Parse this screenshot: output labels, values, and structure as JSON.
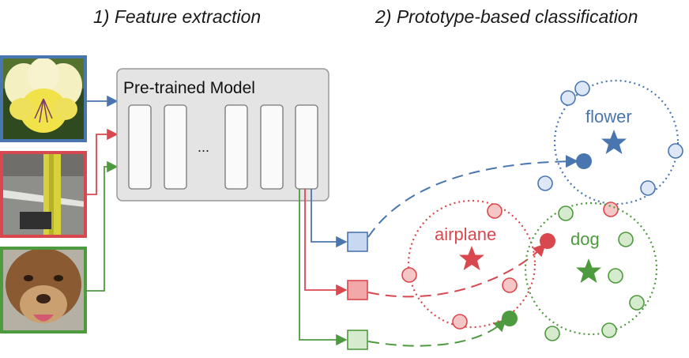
{
  "headings": {
    "step1": "1) Feature extraction",
    "step2": "2) Prototype-based classification"
  },
  "model": {
    "title": "Pre-trained Model",
    "ellipsis": "..."
  },
  "classes": {
    "flower": {
      "label": "flower",
      "color": "#4a76b0",
      "fill": "#dde7f6"
    },
    "airplane": {
      "label": "airplane",
      "color": "#d9484e",
      "fill": "#f6c6c6"
    },
    "dog": {
      "label": "dog",
      "color": "#4e9a3e",
      "fill": "#d6ebcd"
    }
  },
  "images": {
    "flower": "flower-photo",
    "airplane": "airplane-photo",
    "dog": "dog-photo"
  }
}
